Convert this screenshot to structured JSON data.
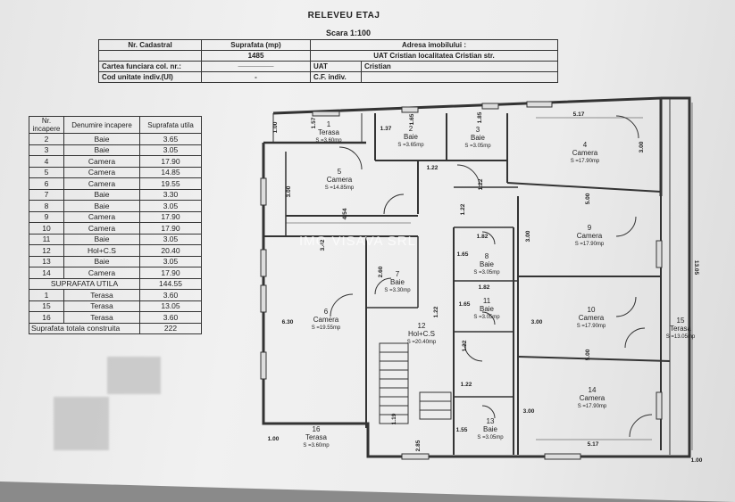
{
  "header": {
    "title": "RELEVEU ETAJ",
    "scale": "Scara 1:100"
  },
  "info": {
    "cadastral_label": "Nr. Cadastral",
    "area_label": "Suprafata (mp)",
    "address_label": "Adresa imobilului :",
    "area_value": "1485",
    "address_value": "UAT Cristian localitatea Cristian str.",
    "cf_label": "Cartea funciara col. nr.:",
    "cf_value": "—————",
    "uat_label": "UAT",
    "uat_value": "Cristian",
    "unit_label": "Cod unitate indiv.(UI)",
    "unit_value": "-",
    "cf_indiv_label": "C.F. indiv."
  },
  "rooms_table": {
    "headers": [
      "Nr. incapere",
      "Denumire incapere",
      "Suprafata utila"
    ],
    "rows": [
      [
        "2",
        "Baie",
        "3.65"
      ],
      [
        "3",
        "Baie",
        "3.05"
      ],
      [
        "4",
        "Camera",
        "17.90"
      ],
      [
        "5",
        "Camera",
        "14.85"
      ],
      [
        "6",
        "Camera",
        "19.55"
      ],
      [
        "7",
        "Baie",
        "3.30"
      ],
      [
        "8",
        "Baie",
        "3.05"
      ],
      [
        "9",
        "Camera",
        "17.90"
      ],
      [
        "10",
        "Camera",
        "17.90"
      ],
      [
        "11",
        "Baie",
        "3.05"
      ],
      [
        "12",
        "Hol+C.S",
        "20.40"
      ],
      [
        "13",
        "Baie",
        "3.05"
      ],
      [
        "14",
        "Camera",
        "17.90"
      ]
    ],
    "useful_label": "SUPRAFATA UTILA",
    "useful_value": "144.55",
    "terraces": [
      [
        "1",
        "Terasa",
        "3.60"
      ],
      [
        "15",
        "Terasa",
        "13.05"
      ],
      [
        "16",
        "Terasa",
        "3.60"
      ]
    ],
    "total_label": "Suprafata totala construita",
    "total_value": "222"
  },
  "plan": {
    "watermark": "IMO VISAVA SRL",
    "rooms": [
      {
        "id": "room-1",
        "num": "1",
        "name": "Terasa",
        "area": "S =3.60mp"
      },
      {
        "id": "room-2",
        "num": "2",
        "name": "Baie",
        "area": "S =3.65mp"
      },
      {
        "id": "room-3",
        "num": "3",
        "name": "Baie",
        "area": "S =3.05mp"
      },
      {
        "id": "room-4",
        "num": "4",
        "name": "Camera",
        "area": "S =17.90mp"
      },
      {
        "id": "room-5",
        "num": "5",
        "name": "Camera",
        "area": "S =14.85mp"
      },
      {
        "id": "room-6",
        "num": "6",
        "name": "Camera",
        "area": "S =19.55mp"
      },
      {
        "id": "room-7",
        "num": "7",
        "name": "Baie",
        "area": "S =3.30mp"
      },
      {
        "id": "room-8",
        "num": "8",
        "name": "Baie",
        "area": "S =3.05mp"
      },
      {
        "id": "room-9",
        "num": "9",
        "name": "Camera",
        "area": "S =17.90mp"
      },
      {
        "id": "room-10",
        "num": "10",
        "name": "Camera",
        "area": "S =17.90mp"
      },
      {
        "id": "room-11",
        "num": "11",
        "name": "Baie",
        "area": "S =3.05mp"
      },
      {
        "id": "room-12",
        "num": "12",
        "name": "Hol+C.S",
        "area": "S =20.40mp"
      },
      {
        "id": "room-13",
        "num": "13",
        "name": "Baie",
        "area": "S =3.05mp"
      },
      {
        "id": "room-14",
        "num": "14",
        "name": "Camera",
        "area": "S =17.90mp"
      },
      {
        "id": "room-15",
        "num": "15",
        "name": "Terasa",
        "area": "S =13.05mp"
      },
      {
        "id": "room-16",
        "num": "16",
        "name": "Terasa",
        "area": "S =3.60mp"
      }
    ],
    "dims": {
      "d_100a": "1.00",
      "d_157": "1.57",
      "d_137": "1.37",
      "d_165a": "1.65",
      "d_185": "1.85",
      "d_517a": "5.17",
      "d_300a": "3.00",
      "d_122a": "1.22",
      "d_300b": "3.00",
      "d_454": "4.54",
      "d_342": "3.42",
      "d_500a": "5.00",
      "d_300c": "3.00",
      "d_182a": "1.82",
      "d_165b": "1.65",
      "d_182b": "1.82",
      "d_260": "2.60",
      "d_122b": "1.22",
      "d_165c": "1.65",
      "d_630": "6.30",
      "d_300d": "3.00",
      "d_500b": "5.00",
      "d_1305": "13.05",
      "d_122c": "1.22",
      "d_122d": "1.22",
      "d_122e": "1.22",
      "d_122f": "1.22",
      "d_300e": "3.00",
      "d_119": "1.19",
      "d_285": "2.85",
      "d_155": "1.55",
      "d_517b": "5.17",
      "d_100b": "1.00",
      "d_100c": "1.00"
    }
  }
}
